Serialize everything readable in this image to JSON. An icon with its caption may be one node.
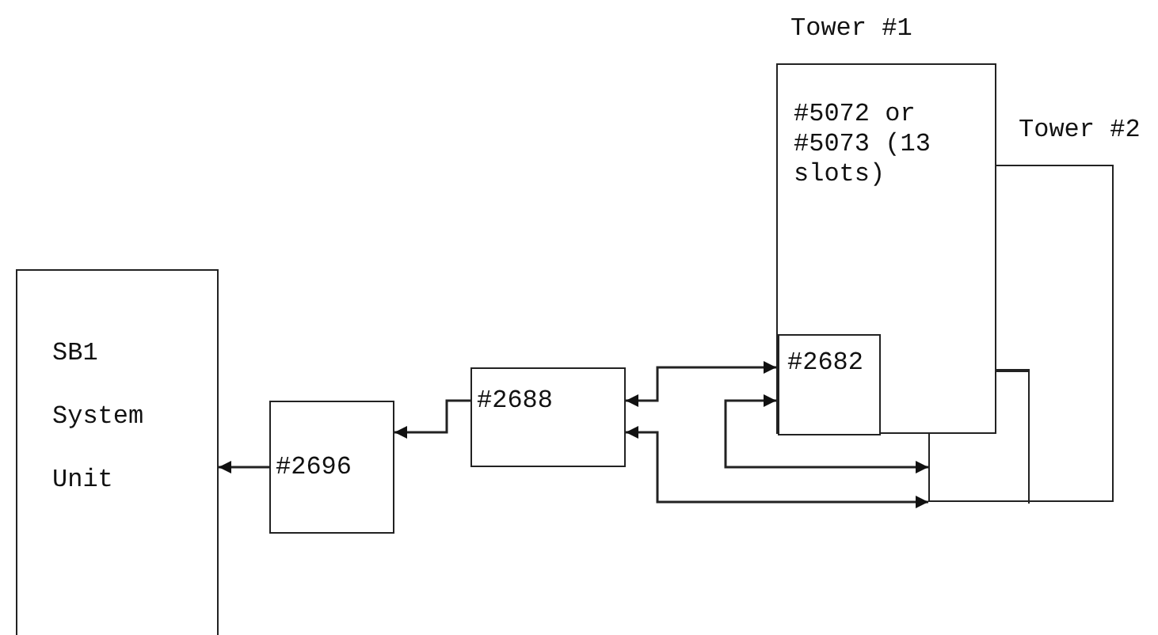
{
  "diagram": {
    "nodes": [
      {
        "text": [
          "SB1 System Unit"
        ]
      },
      {
        "text": [
          "#2696"
        ]
      },
      {
        "text": [
          "#2688"
        ]
      },
      {
        "text": [
          "Tower #1",
          "#5072 or #5073 (13 slots)"
        ]
      },
      {
        "text": [
          "#2682"
        ],
        "in": 3
      },
      {
        "text": [
          "Tower #2"
        ]
      },
      {
        "text": [],
        "shape": "box"
      }
    ],
    "edges": [
      {
        "from": 1,
        "to": 0,
        "arrow": "to"
      },
      {
        "from": 2,
        "to": 1,
        "arrow": "to"
      },
      {
        "from": 2,
        "to": 4,
        "arrow": "both"
      },
      {
        "from": 4,
        "to": 6,
        "arrow": "both"
      },
      {
        "from": 2,
        "to": 6,
        "arrow": "both"
      }
    ]
  }
}
